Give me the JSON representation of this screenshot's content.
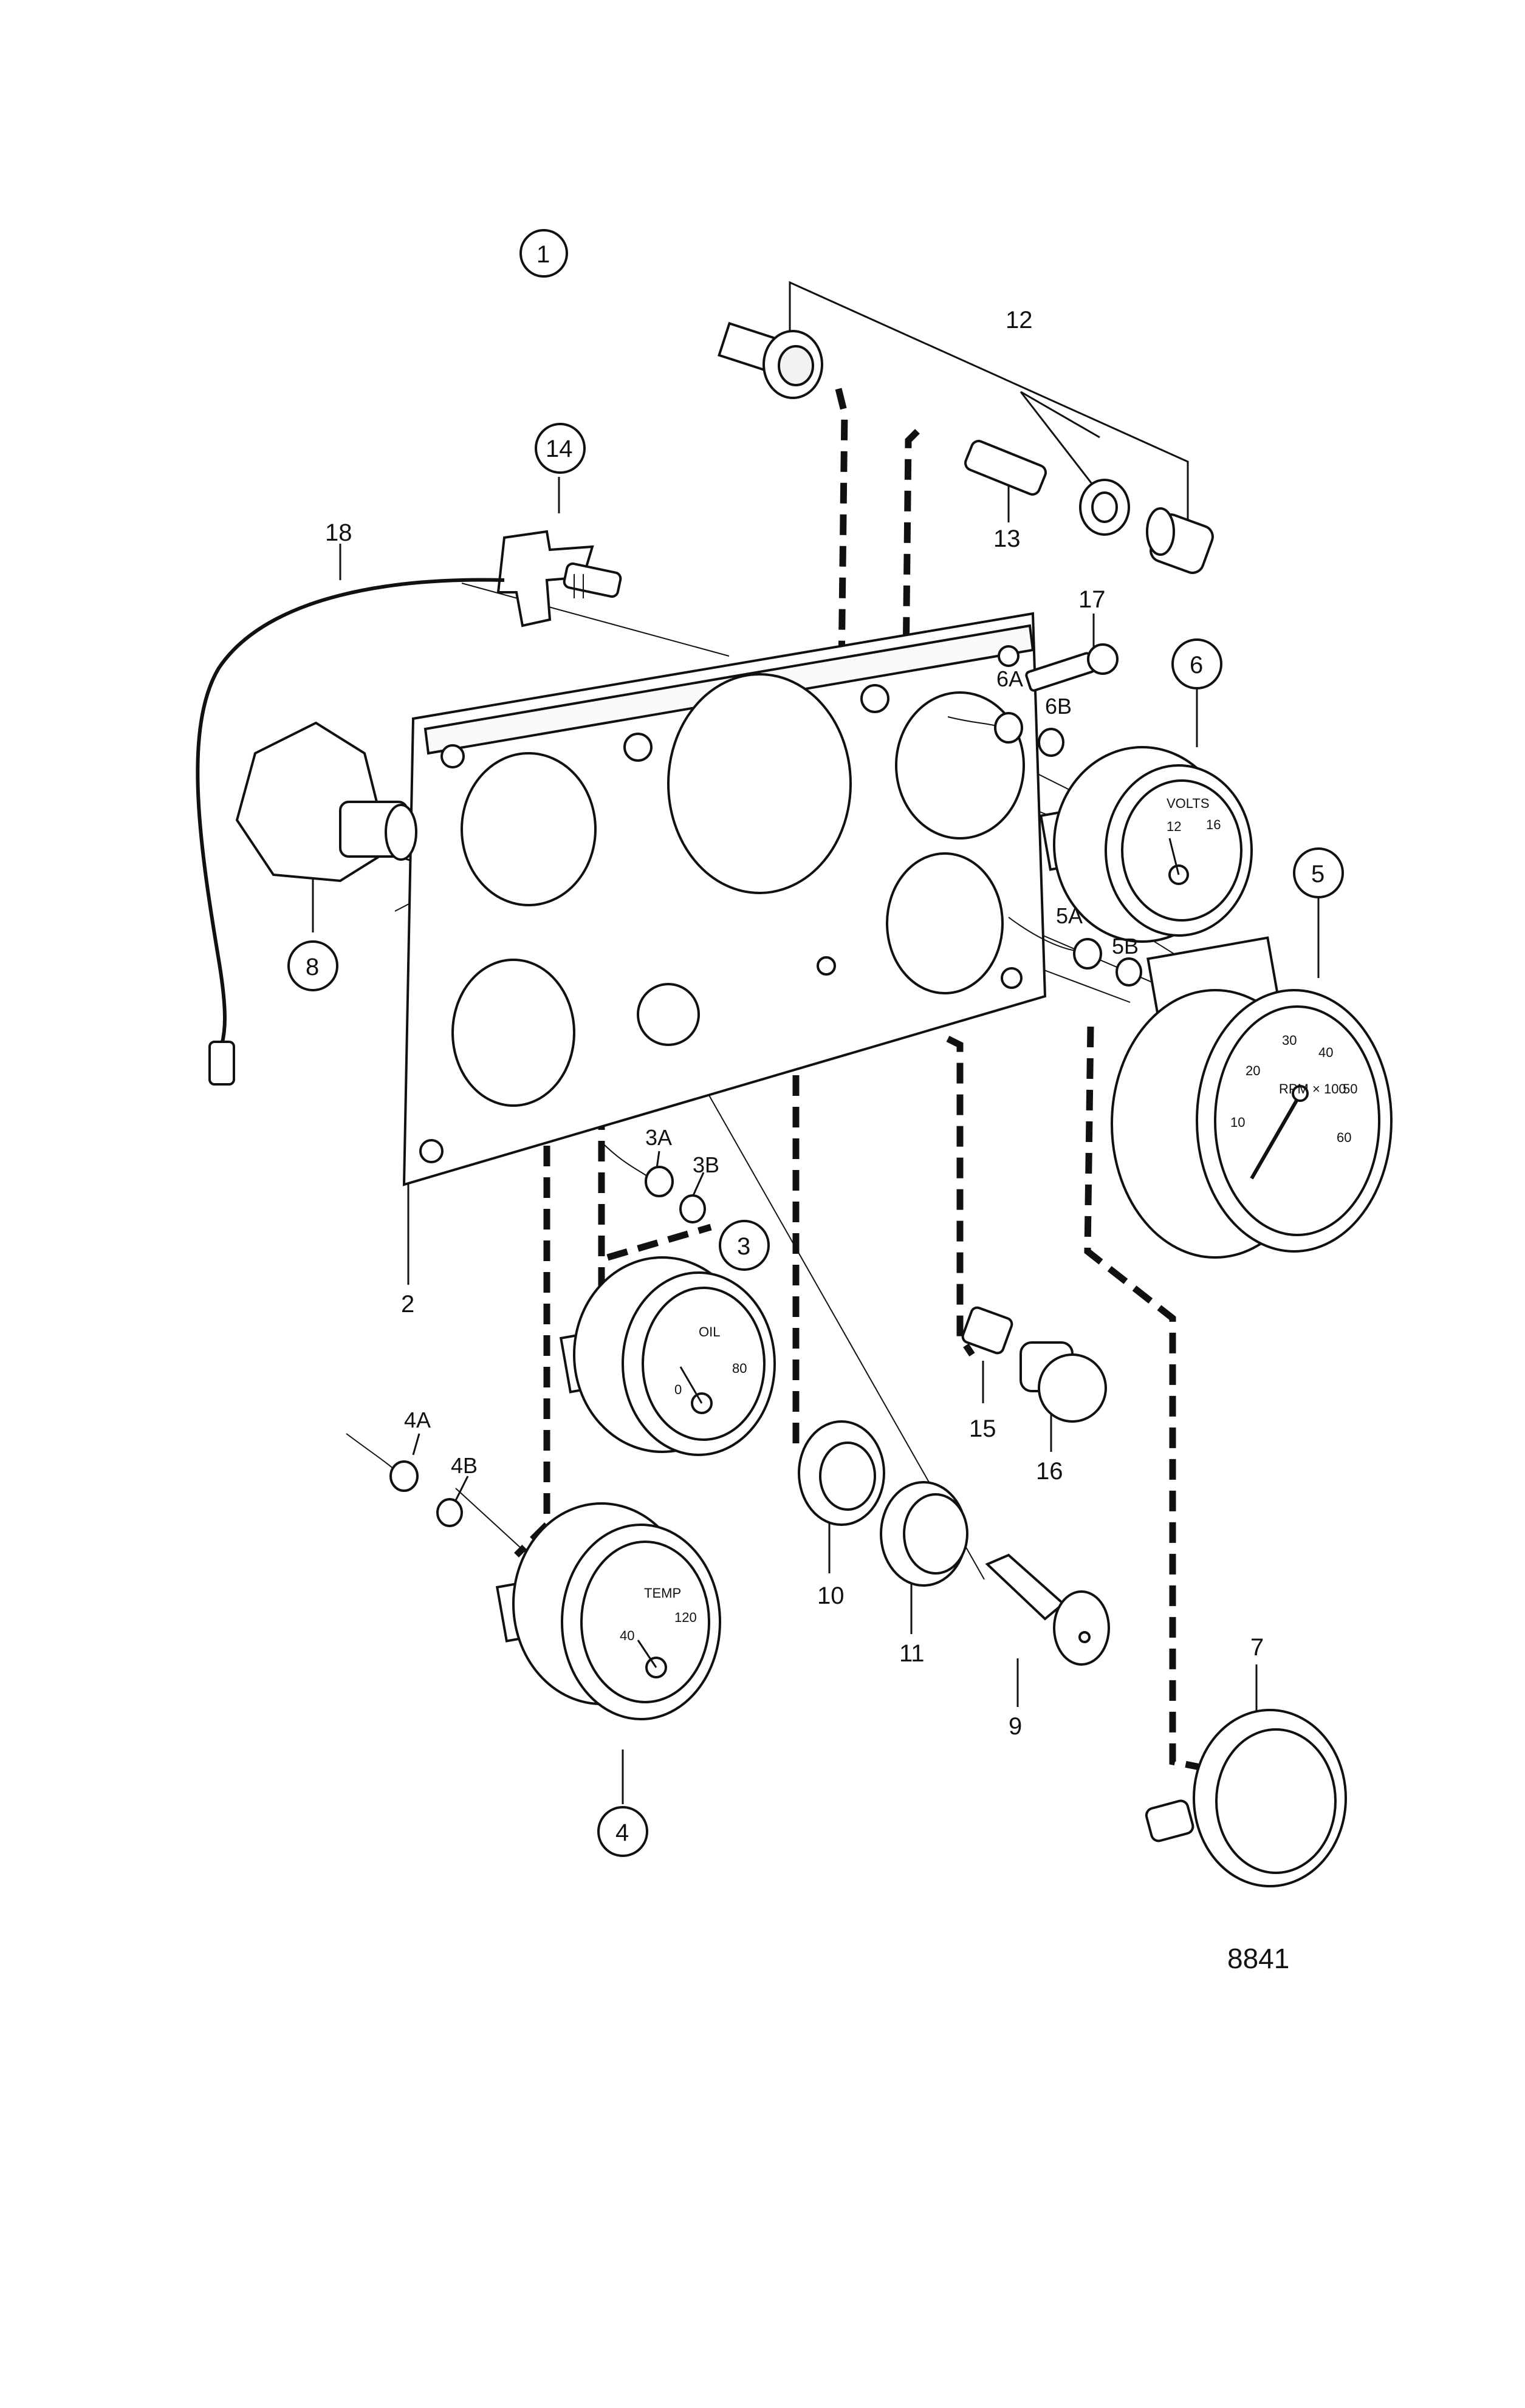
{
  "title": "",
  "labels": {
    "l1": "1",
    "l2": "2",
    "l3": "3",
    "l3a": "3A",
    "l3b": "3B",
    "l4": "4",
    "l4a": "4A",
    "l4b": "4B",
    "l5": "5",
    "l5a": "5A",
    "l5b": "5B",
    "l6": "6",
    "l6a": "6A",
    "l6b": "6B",
    "l7": "7",
    "l8": "8",
    "l9": "9",
    "l10": "10",
    "l11": "11",
    "l12": "12",
    "l13": "13",
    "l14": "14",
    "l15": "15",
    "l16": "16",
    "l17": "17",
    "l18": "18"
  },
  "gauges": {
    "volts_label": "VOLTS",
    "volts_12": "12",
    "volts_16": "16",
    "rpm_label": "RPM × 100",
    "rpm_ticks": [
      "10",
      "20",
      "30",
      "40",
      "50",
      "60"
    ],
    "oil_label": "OIL",
    "oil_0": "0",
    "oil_80": "80",
    "temp_label": "TEMP",
    "temp_40": "40",
    "temp_120": "120"
  },
  "reference_number": "8841",
  "colors": {
    "ink": "#111111",
    "paper": "#ffffff"
  }
}
